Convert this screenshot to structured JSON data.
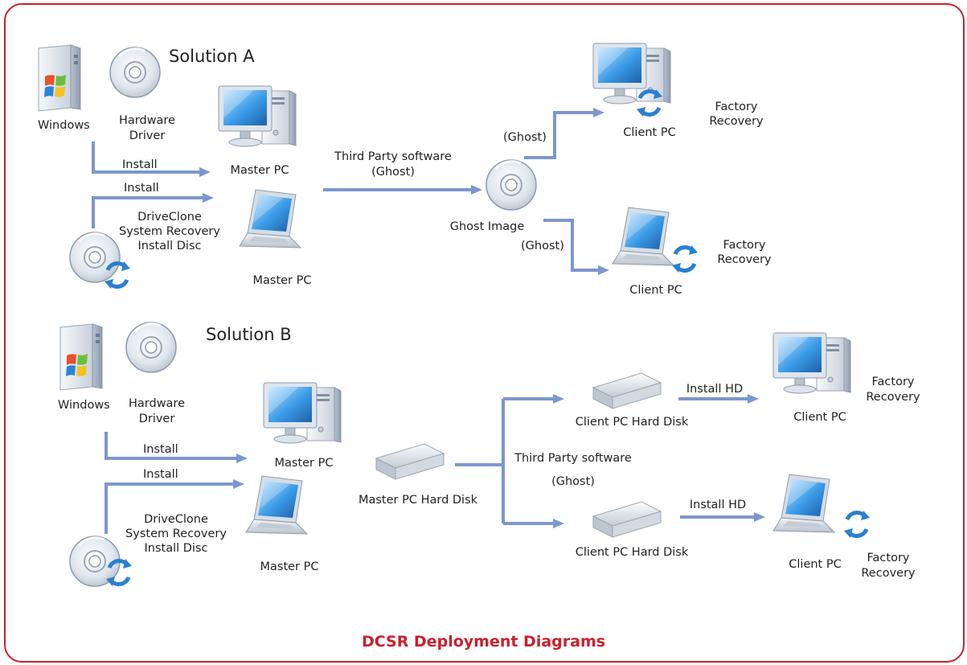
{
  "caption": "DCSR Deployment Diagrams",
  "solution_a": {
    "title": "Solution A",
    "windows": "Windows",
    "hardware_driver": [
      "Hardware",
      "Driver"
    ],
    "install_1": "Install",
    "install_2": "Install",
    "driveclone_disc": [
      "DriveClone",
      "System Recovery",
      "Install Disc"
    ],
    "master_pc_desktop": "Master PC",
    "master_pc_laptop": "Master PC",
    "third_party": [
      "Third Party software",
      "(Ghost)"
    ],
    "ghost_image": "Ghost Image",
    "ghost_top": "(Ghost)",
    "ghost_bottom": "(Ghost)",
    "client_pc_desktop": "Client PC",
    "client_pc_laptop": "Client PC",
    "factory_recovery_1": [
      "Factory",
      "Recovery"
    ],
    "factory_recovery_2": [
      "Factory",
      "Recovery"
    ]
  },
  "solution_b": {
    "title": "Solution B",
    "windows": "Windows",
    "hardware_driver": [
      "Hardware",
      "Driver"
    ],
    "install_1": "Install",
    "install_2": "Install",
    "driveclone_disc": [
      "DriveClone",
      "System Recovery",
      "Install Disc"
    ],
    "master_pc_desktop": "Master PC",
    "master_pc_laptop": "Master PC",
    "master_hard_disk": "Master PC Hard Disk",
    "third_party": [
      "Third Party software",
      "(Ghost)"
    ],
    "client_hd_1": "Client PC Hard Disk",
    "client_hd_2": "Client PC Hard Disk",
    "install_hd_1": "Install HD",
    "install_hd_2": "Install HD",
    "client_pc_desktop": "Client PC",
    "client_pc_laptop": "Client PC",
    "factory_recovery_1": [
      "Factory",
      "Recovery"
    ],
    "factory_recovery_2": [
      "Factory",
      "Recovery"
    ]
  },
  "colors": {
    "arrow": "#7b97cc",
    "frame": "#c8202f",
    "caption": "#c8202f",
    "screen": "#2a86d6"
  },
  "icons": [
    "windows-server-icon",
    "cd-icon",
    "recovery-disc-icon",
    "desktop-pc-icon",
    "laptop-icon",
    "hard-disk-icon"
  ]
}
